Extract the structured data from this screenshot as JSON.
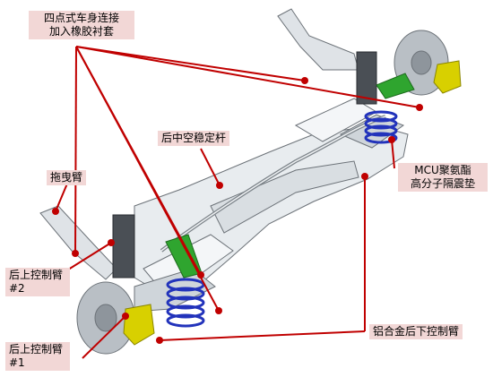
{
  "labels": {
    "four_point": {
      "line1": "四点式车身连接",
      "line2": "加入橡胶衬套"
    },
    "rear_stabilizer": "后中空稳定杆",
    "trailing_arm": "拖曳臂",
    "mcu": {
      "line1": "MCU聚氨酯",
      "line2": "高分子隔震垫"
    },
    "upper_arm_2": {
      "line1": "后上控制臂",
      "line2": "#2"
    },
    "upper_arm_1": {
      "line1": "后上控制臂",
      "line2": "#1"
    },
    "lower_arm": "铝合金后下控制臂"
  },
  "colors": {
    "callout_fill": "#f2d7d6",
    "leader_line": "#c00000",
    "dot": "#c00000",
    "spring": "#2233bb",
    "brake_caliper": "#d8d000",
    "bushing_green": "#2fa52f",
    "frame": "#e8ecef",
    "frame_edge": "#6c7278"
  }
}
